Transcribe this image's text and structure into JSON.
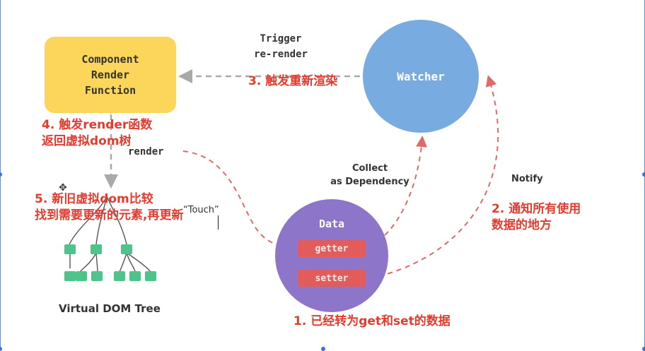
{
  "component": {
    "label": "Component\nRender\nFunction"
  },
  "watcher": {
    "label": "Watcher"
  },
  "data_node": {
    "title": "Data",
    "getter": "getter",
    "setter": "setter"
  },
  "labels": {
    "trigger": "Trigger\nre-render",
    "render": "render",
    "collect": "Collect\nas Dependency",
    "notify": "Notify",
    "touch": "“Touch”",
    "vdom_tree": "Virtual DOM Tree"
  },
  "annotations": {
    "step1": "1. 已经转为get和set的数据",
    "step2": "2. 通知所有使用\n数据的地方",
    "step3": "3. 触发重新渲染",
    "step4": "4. 触发render函数\n返回虚拟dom树",
    "step5": "5. 新旧虚拟dom比较\n找到需要更新的元素,再更新"
  },
  "colors": {
    "component": "#fcd65a",
    "watcher": "#78abe0",
    "data": "#8d75c9",
    "pill": "#e25c5c",
    "arrow_red": "#de6a6a",
    "arrow_gray": "#a9a9a9",
    "tree_node": "#4cc48a",
    "annotation": "#e33b2e"
  }
}
